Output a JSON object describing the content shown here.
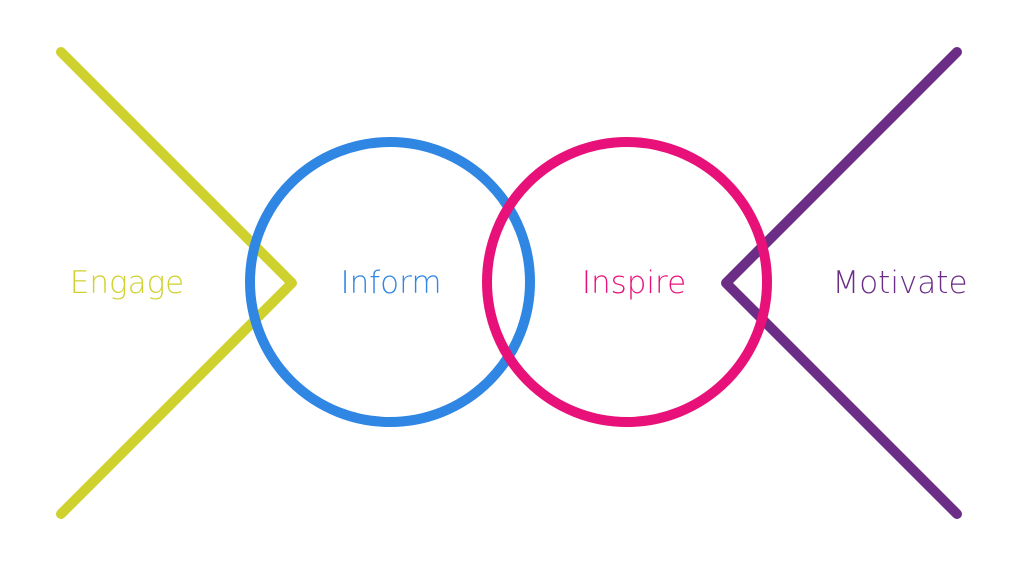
{
  "diagram": {
    "stages": [
      {
        "id": "engage",
        "label": "Engage",
        "shape": "chevron",
        "color": "#cfd12e"
      },
      {
        "id": "inform",
        "label": "Inform",
        "shape": "circle",
        "color": "#2f86e3"
      },
      {
        "id": "inspire",
        "label": "Inspire",
        "shape": "circle",
        "color": "#e8117a"
      },
      {
        "id": "motivate",
        "label": "Motivate",
        "shape": "chevron",
        "color": "#6b2d86"
      }
    ]
  }
}
